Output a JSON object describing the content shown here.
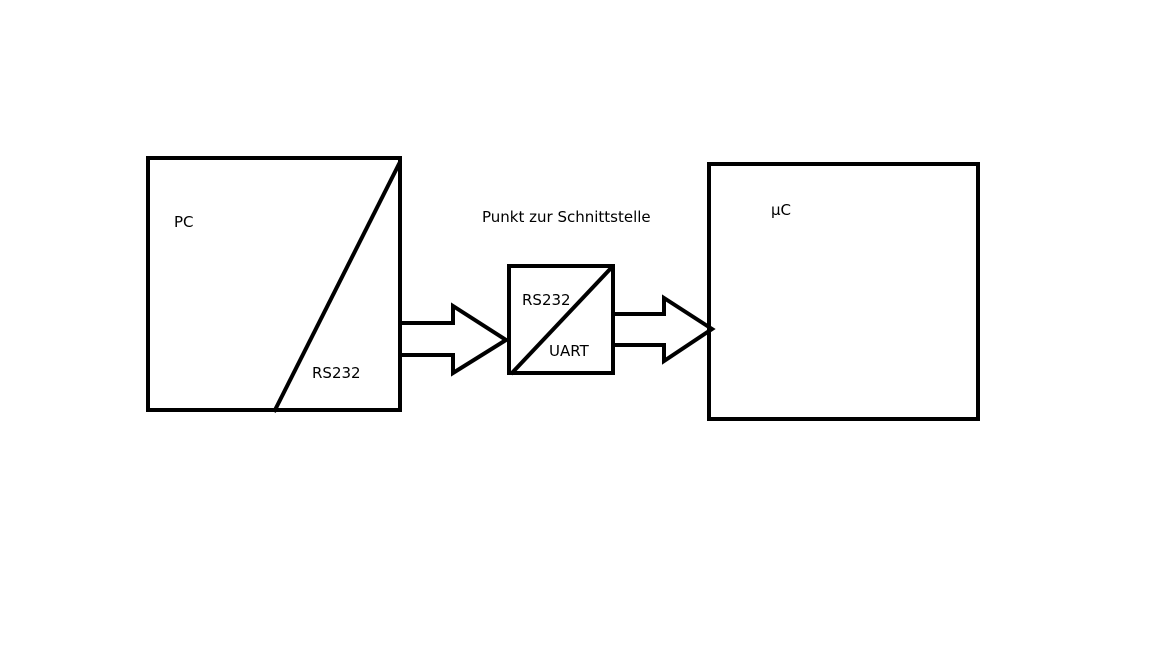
{
  "colors": {
    "stroke": "#000000",
    "background": "#ffffff"
  },
  "blocks": {
    "pc": {
      "label": "PC",
      "interface_label": "RS232"
    },
    "converter": {
      "top_label": "RS232",
      "bottom_label": "UART"
    },
    "microcontroller": {
      "label": "µC"
    }
  },
  "annotation": {
    "text": "Punkt zur Schnittstelle"
  }
}
